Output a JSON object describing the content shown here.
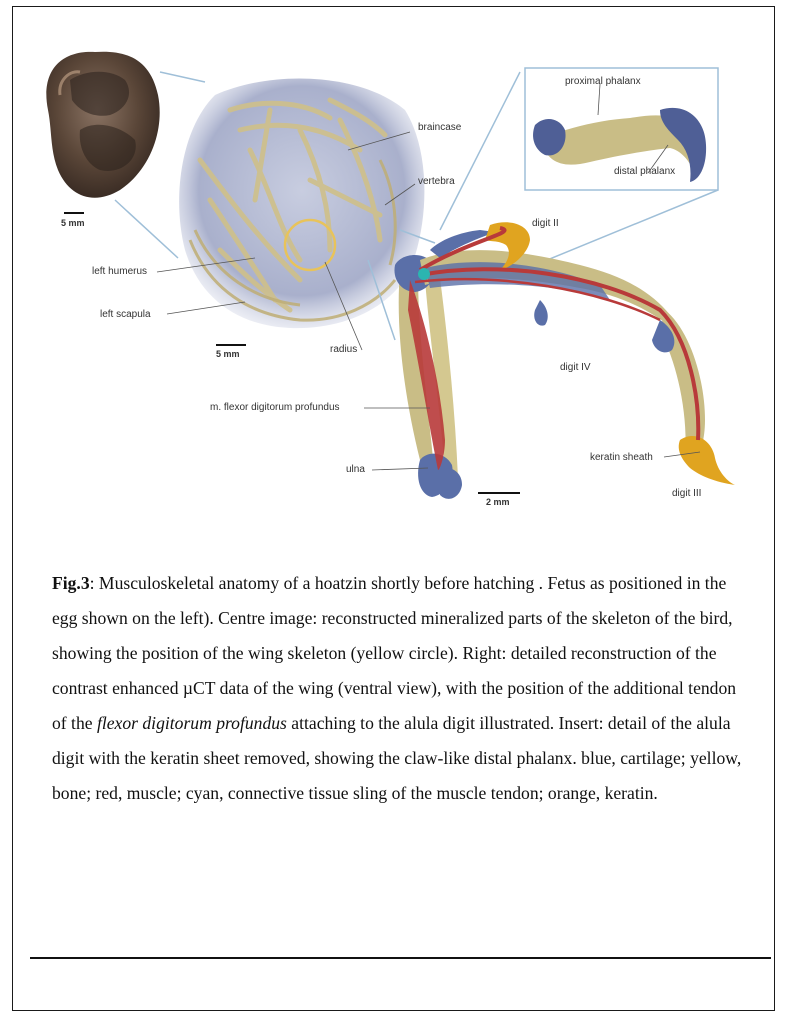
{
  "figure": {
    "labels": {
      "braincase": "braincase",
      "vertebra": "vertebra",
      "left_humerus": "left humerus",
      "left_scapula": "left scapula",
      "radius": "radius",
      "flexor": "m. flexor digitorum profundus",
      "ulna": "ulna",
      "proximal_phalanx": "proximal phalanx",
      "distal_phalanx": "distal phalanx",
      "digit_ii": "digit II",
      "digit_iv": "digit IV",
      "digit_iii": "digit III",
      "keratin_sheath": "keratin sheath"
    },
    "scale_bars": {
      "egg": "5 mm",
      "skeleton": "5 mm",
      "wing": "2 mm"
    },
    "colors": {
      "cartilage": "#5a6fa8",
      "bone": "#d9cc8c",
      "muscle": "#b83a3a",
      "sling": "#2bb5b0",
      "keratin": "#e0a420",
      "egg": "#6b5344",
      "skeleton_bg": "#b8bfd6"
    }
  },
  "caption": {
    "fig_label": "Fig.3",
    "part1": ": Musculoskeletal anatomy of a hoatzin shortly before hatching . Fetus as positioned in the egg shown on the left). Centre image: reconstructed mineralized parts of the skeleton of the bird, showing the position of the wing skeleton (yellow circle). Right: detailed reconstruction of the contrast enhanced µCT data of the wing (ventral view), with the position of the additional tendon of the ",
    "italic": "flexor digitorum profundus",
    "part2": " attaching to the alula digit illustrated. Insert: detail of the alula digit with the keratin sheet removed, showing the claw-like distal phalanx. blue, cartilage; yellow, bone; red, muscle; cyan, connective tissue sling of the muscle tendon; orange, keratin."
  }
}
